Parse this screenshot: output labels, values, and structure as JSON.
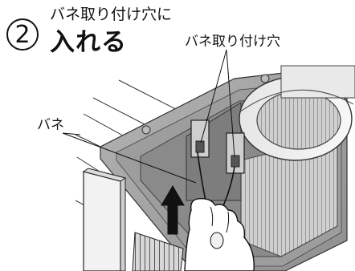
{
  "step": {
    "number": "2",
    "title_line1": "バネ取り付け穴に",
    "title_line2": "入れる"
  },
  "labels": {
    "spring_hole": "バネ取り付け穴",
    "spring": "バネ"
  },
  "colors": {
    "housing_gray": "#a8a8a8",
    "housing_dark": "#555555",
    "line": "#111111",
    "arrow": "#111111"
  }
}
